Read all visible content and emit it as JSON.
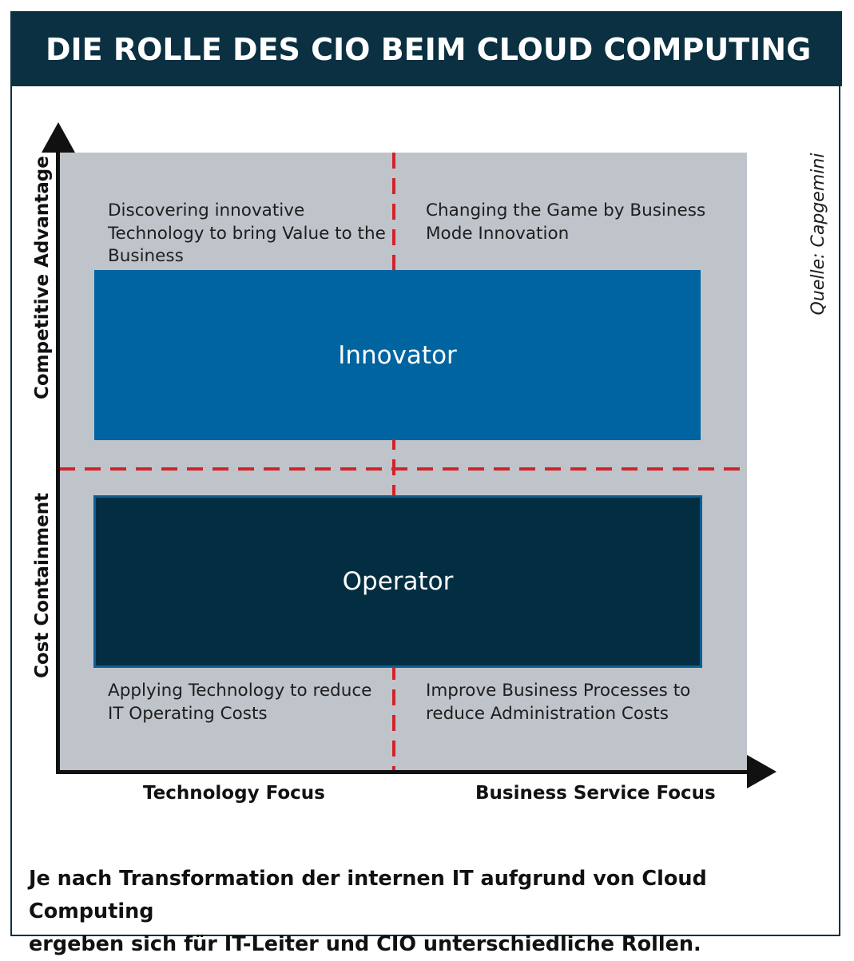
{
  "title": "DIE ROLLE DES CIO BEIM CLOUD COMPUTING",
  "source": "Quelle: Capgemini",
  "axes": {
    "y_top_label": "Competitive Advantage",
    "y_bottom_label": "Cost Containment",
    "x_left_label": "Technology Focus",
    "x_right_label": "Business Service Focus"
  },
  "quadrants": {
    "top_left": "Discovering innovative\nTechnology to bring Value to the\nBusiness",
    "top_right": "Changing the Game by Business\nMode Innovation",
    "bottom_left": "Applying Technology to reduce\nIT Operating Costs",
    "bottom_right": "Improve Business Processes to\nreduce Administration Costs"
  },
  "roles": {
    "upper": "Innovator",
    "lower": "Operator"
  },
  "caption": "Je nach Transformation der internen IT aufgrund von Cloud Computing\nergeben sich für IT-Leiter und CIO unterschiedliche Rollen.",
  "colors": {
    "header_bg": "#0a3042",
    "plot_bg": "#bfc3ca",
    "innovator": "#0064a0",
    "operator": "#032e42",
    "divider": "#d2232a"
  }
}
